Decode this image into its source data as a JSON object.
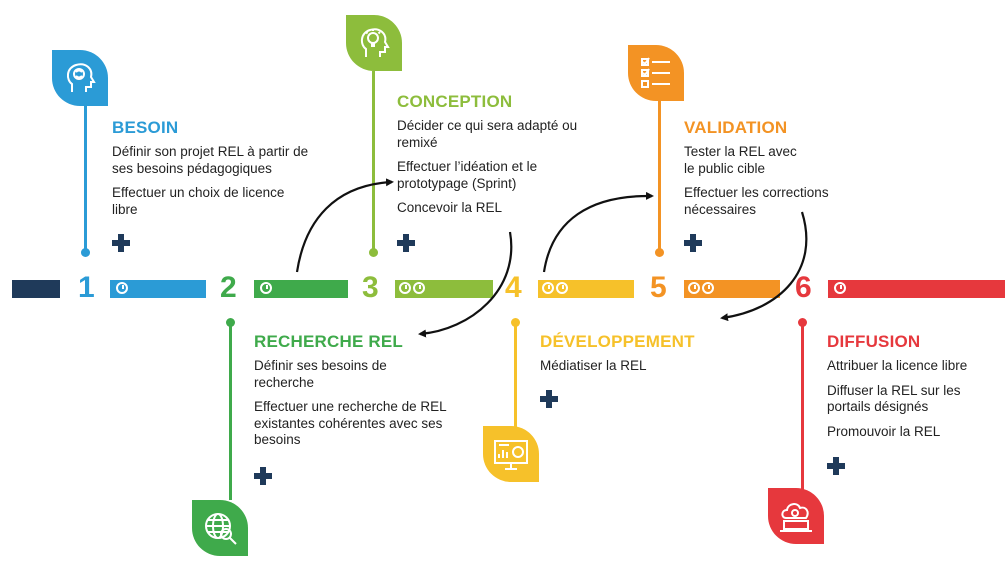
{
  "colors": {
    "besoin": "#2b9bd6",
    "recherche": "#3faa4b",
    "conception": "#8dbd3c",
    "developpement": "#f6c12a",
    "validation": "#f39324",
    "diffusion": "#e6383d",
    "navy": "#1f3a5a"
  },
  "numbers": [
    "1",
    "2",
    "3",
    "4",
    "5",
    "6"
  ],
  "steps": {
    "besoin": {
      "title": "BESOIN",
      "icon": "brain-head-icon",
      "lines": [
        "Définir son projet REL à partir de ses besoins  pédagogiques",
        "Effectuer un choix de licence libre"
      ]
    },
    "recherche": {
      "title": "RECHERCHE REL",
      "icon": "globe-search-icon",
      "lines": [
        "Définir ses besoins de recherche",
        "Effectuer une recherche de REL existantes cohérentes avec ses besoins"
      ]
    },
    "conception": {
      "title": "CONCEPTION",
      "icon": "lightbulb-head-icon",
      "lines": [
        "Décider ce qui sera adapté ou remixé",
        "Effectuer l’idéation et le prototypage (Sprint)",
        "Concevoir la REL"
      ]
    },
    "developpement": {
      "title": "DÉVELOPPEMENT",
      "icon": "dashboard-monitor-icon",
      "lines": [
        "Médiatiser la REL"
      ]
    },
    "validation": {
      "title": "VALIDATION",
      "icon": "checklist-icon",
      "lines": [
        "Tester la REL avec le public cible",
        "Effectuer les corrections nécessaires"
      ]
    },
    "diffusion": {
      "title": "DIFFUSION",
      "icon": "cloud-laptop-icon",
      "lines": [
        "Attribuer la licence libre",
        "Diffuser la REL sur les portails désignés",
        "Promouvoir la REL"
      ]
    }
  }
}
